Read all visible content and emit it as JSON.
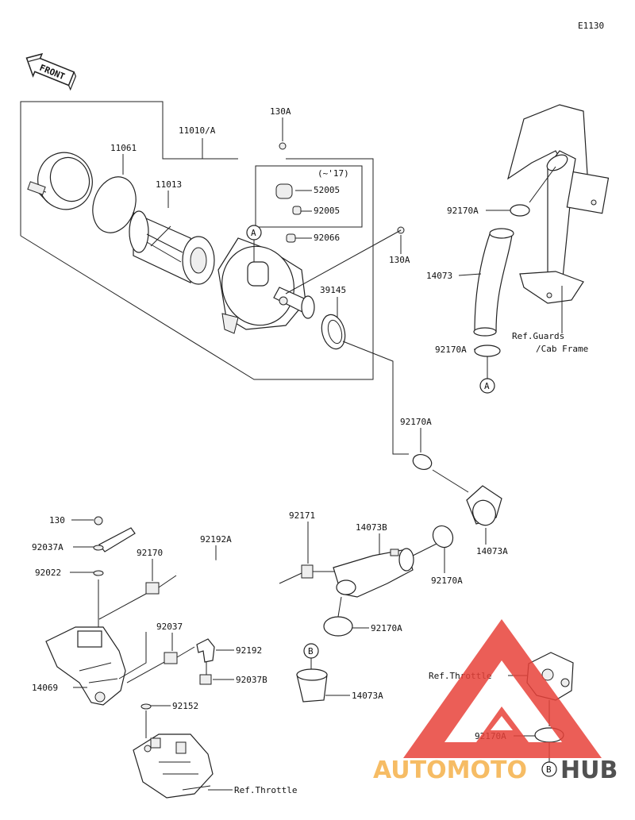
{
  "diagram_code": "E1130",
  "front_label": "FRONT",
  "parts": {
    "p130A_top": "130A",
    "p11010": "11010/A",
    "p11061": "11061",
    "p11013": "11013",
    "p17note": "(~'17)",
    "p52005": "52005",
    "p92005": "92005",
    "p92066": "92066",
    "p130A_right": "130A",
    "p39145": "39145",
    "p92170A_top": "92170A",
    "p14073_top": "14073",
    "p92170A_mid": "92170A",
    "p92170A_center": "92170A",
    "p14073A_right": "14073A",
    "p92170A_lower": "92170A",
    "p14073B": "14073B",
    "p92171": "92171",
    "p92192A": "92192A",
    "p92170": "92170",
    "p130": "130",
    "p92037A": "92037A",
    "p92022": "92022",
    "p92037": "92037",
    "p92192": "92192",
    "p92037B": "92037B",
    "p14069": "14069",
    "p92152": "92152",
    "p92170A_bl": "92170A",
    "p14073A_low": "14073A",
    "p92170A_br": "92170A"
  },
  "refs": {
    "guards": "Ref.Guards",
    "cab_frame": "/Cab Frame",
    "throttle_right": "Ref.Throttle",
    "throttle_bottom": "Ref.Throttle"
  },
  "markers": {
    "A1": "A",
    "A2": "A",
    "B1": "B",
    "B2": "B"
  },
  "watermark": {
    "part1": "AUTOMOTO",
    "part2": "HUB",
    "color1": "#f5b14a",
    "color2": "#333333",
    "triangle_color": "#e8423a"
  }
}
